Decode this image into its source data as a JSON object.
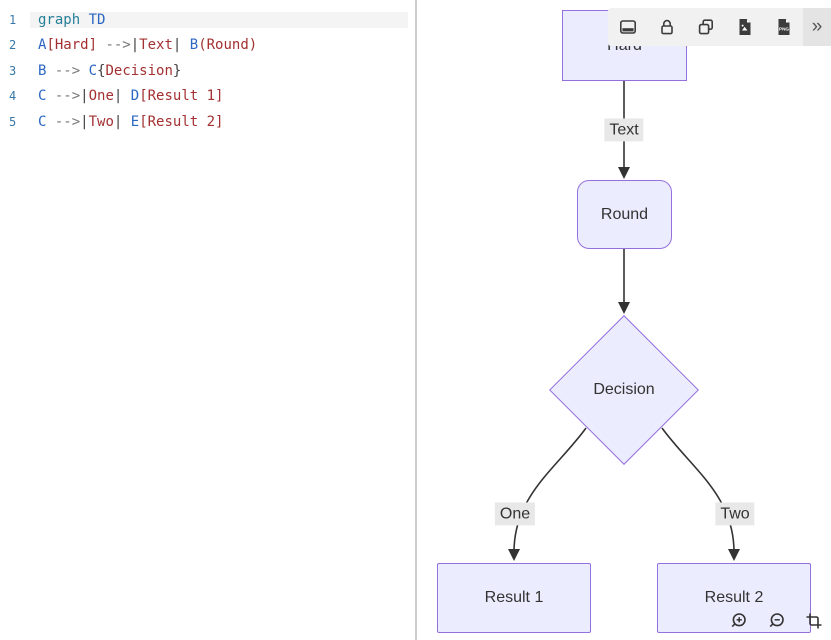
{
  "editor": {
    "token_colors": {
      "keyword": "#267f99",
      "ident": "#2a66c2",
      "string": "#a33131",
      "op": "#777777",
      "punct": "#404040",
      "plain": "#333333"
    },
    "line_number_color": "#3878a8",
    "lines": [
      {
        "num": "1",
        "active": true,
        "segments": [
          {
            "t": "keyword",
            "text": "graph "
          },
          {
            "t": "ident",
            "text": "TD"
          }
        ]
      },
      {
        "num": "2",
        "active": false,
        "segments": [
          {
            "t": "ident",
            "text": "A"
          },
          {
            "t": "string",
            "text": "[Hard]"
          },
          {
            "t": "op",
            "text": " -->"
          },
          {
            "t": "punct",
            "text": "|"
          },
          {
            "t": "string",
            "text": "Text"
          },
          {
            "t": "punct",
            "text": "|"
          },
          {
            "t": "plain",
            "text": " "
          },
          {
            "t": "ident",
            "text": "B"
          },
          {
            "t": "string",
            "text": "(Round)"
          }
        ]
      },
      {
        "num": "3",
        "active": false,
        "segments": [
          {
            "t": "ident",
            "text": "B"
          },
          {
            "t": "op",
            "text": " --> "
          },
          {
            "t": "ident",
            "text": "C"
          },
          {
            "t": "punct",
            "text": "{"
          },
          {
            "t": "string",
            "text": "Decision"
          },
          {
            "t": "punct",
            "text": "}"
          }
        ]
      },
      {
        "num": "4",
        "active": false,
        "segments": [
          {
            "t": "ident",
            "text": "C"
          },
          {
            "t": "op",
            "text": " -->"
          },
          {
            "t": "punct",
            "text": "|"
          },
          {
            "t": "string",
            "text": "One"
          },
          {
            "t": "punct",
            "text": "|"
          },
          {
            "t": "plain",
            "text": " "
          },
          {
            "t": "ident",
            "text": "D"
          },
          {
            "t": "string",
            "text": "[Result 1]"
          }
        ]
      },
      {
        "num": "5",
        "active": false,
        "segments": [
          {
            "t": "ident",
            "text": "C"
          },
          {
            "t": "op",
            "text": " -->"
          },
          {
            "t": "punct",
            "text": "|"
          },
          {
            "t": "string",
            "text": "Two"
          },
          {
            "t": "punct",
            "text": "|"
          },
          {
            "t": "plain",
            "text": " "
          },
          {
            "t": "ident",
            "text": "E"
          },
          {
            "t": "string",
            "text": "[Result 2]"
          }
        ]
      }
    ]
  },
  "preview": {
    "toolbar": {
      "icons": [
        "screen-icon",
        "lock-icon",
        "copy-icon",
        "image-file-icon",
        "png-file-icon"
      ],
      "png_label": "PNG",
      "more_glyph": "»"
    },
    "diagram": {
      "nodes": {
        "a": {
          "label": "Hard"
        },
        "b": {
          "label": "Round"
        },
        "c": {
          "label": "Decision"
        },
        "d": {
          "label": "Result 1"
        },
        "e": {
          "label": "Result 2"
        }
      },
      "edge_labels": {
        "ab": "Text",
        "cd": "One",
        "ce": "Two"
      },
      "colors": {
        "node_fill": "#ECECFF",
        "node_border": "#9370DB",
        "edge": "#333333",
        "label_bg": "#e8e8e8"
      }
    },
    "zoom_controls": [
      "zoom-in-icon",
      "zoom-out-icon",
      "crop-icon"
    ]
  }
}
